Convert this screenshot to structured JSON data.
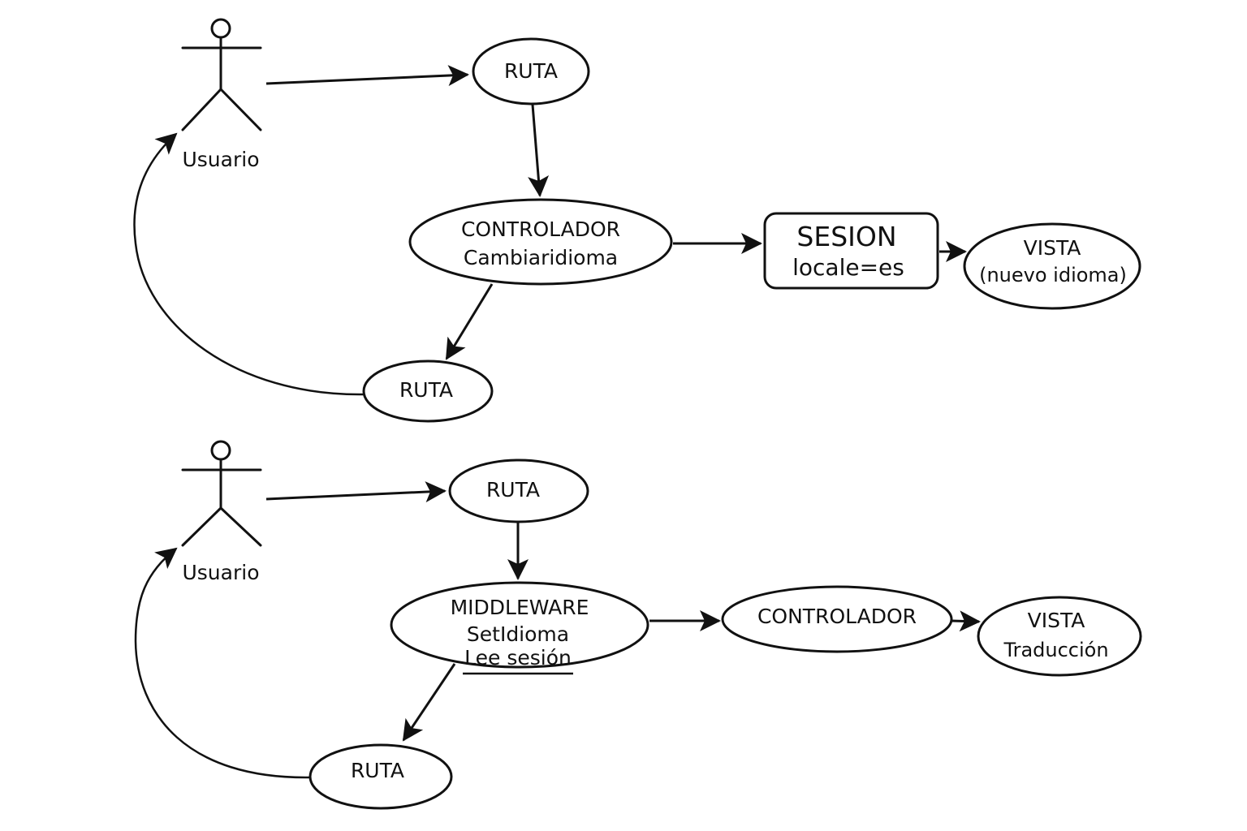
{
  "colors": {
    "stroke": "#111111",
    "background": "#ffffff"
  },
  "diagram_top": {
    "actor": {
      "label": "Usuario"
    },
    "route_in": {
      "label": "RUTA"
    },
    "controller": {
      "line1": "CONTROLADOR",
      "line2": "Cambiaridioma"
    },
    "session": {
      "line1": "SESION",
      "line2": "locale=es"
    },
    "view": {
      "line1": "VISTA",
      "line2": "(nuevo idioma)"
    },
    "route_back": {
      "label": "RUTA"
    }
  },
  "diagram_bottom": {
    "actor": {
      "label": "Usuario"
    },
    "route_in": {
      "label": "RUTA"
    },
    "middleware": {
      "line1": "MIDDLEWARE",
      "line2": "SetIdioma",
      "line3": "Lee sesión"
    },
    "controller": {
      "label": "CONTROLADOR"
    },
    "view": {
      "line1": "VISTA",
      "line2": "Traducción"
    },
    "route_back": {
      "label": "RUTA"
    }
  }
}
